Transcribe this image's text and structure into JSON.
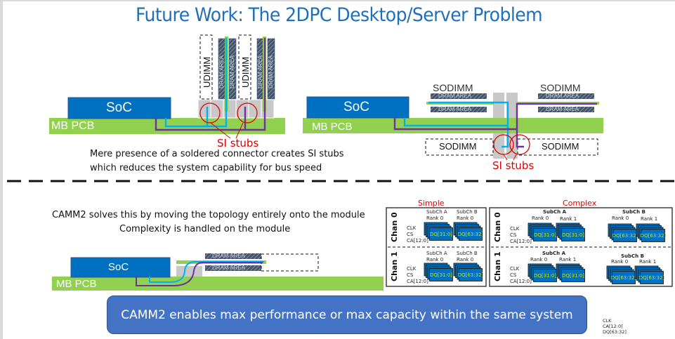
{
  "slide": {
    "title": "Future Work: The 2DPC Desktop/Server Problem",
    "top_left_diagram": {
      "soc_label": "SoC",
      "pcb_label": "MB PCB",
      "udimm_labels": [
        "UDIMM",
        "UDIMM"
      ],
      "dram_area_label": "DRAM AREA",
      "stubs_label": "SI stubs"
    },
    "top_right_diagram": {
      "soc_label": "SoC",
      "pcb_label": "MB PCB",
      "sodimm_labels": [
        "SODIMM",
        "SODIMM",
        "SODIMM",
        "SODIMM"
      ],
      "dram_area_label": "DRAM AREA",
      "stubs_label": "SI stubs"
    },
    "stub_explanation": [
      "Mere presence of a soldered connector creates SI stubs",
      "which reduces the system capability for bus speed"
    ],
    "camm2_text": [
      "CAMM2 solves this by moving the topology entirely onto the module",
      "Complexity is handled on the module"
    ],
    "bottom_diagram": {
      "soc_label": "SoC",
      "pcb_label": "MB PCB",
      "dram_area_label": "DRAM AREA"
    },
    "simple_panel": {
      "title": "Simple",
      "channels": [
        {
          "label": "Chan 0",
          "signals": [
            "CLK",
            "CS",
            "CA[12:0]"
          ],
          "subchannels": [
            {
              "label": "SubCh A",
              "ranks": [
                {
                  "label": "Rank 0",
                  "dq": "DQ[31:0]"
                }
              ]
            },
            {
              "label": "SubCh B",
              "ranks": [
                {
                  "label": "Rank 0",
                  "dq": "DQ[63:32]"
                }
              ]
            }
          ]
        },
        {
          "label": "Chan 1",
          "signals": [
            "CLK",
            "CS",
            "CA[12:0]"
          ],
          "subchannels": [
            {
              "label": "SubCh A",
              "ranks": [
                {
                  "label": "Rank 0",
                  "dq": "DQ[31:0]"
                }
              ]
            },
            {
              "label": "SubCh B",
              "ranks": [
                {
                  "label": "Rank 0",
                  "dq": "DQ[63:32]"
                }
              ]
            }
          ]
        }
      ]
    },
    "complex_panel": {
      "title": "Complex",
      "channels": [
        {
          "label": "Chan 0",
          "signals": [
            "CLK",
            "CS",
            "CA[12:0]"
          ],
          "subchannels": [
            {
              "label": "SubCh A",
              "ranks": [
                {
                  "label": "Rank 0",
                  "dq": "DQ[31:0]"
                },
                {
                  "label": "Rank 1",
                  "dq": "DQ[31:0]"
                }
              ]
            },
            {
              "label": "SubCh B",
              "ranks": [
                {
                  "label": "Rank 0",
                  "dq": "DQ[63:32]"
                },
                {
                  "label": "Rank 1",
                  "dq": "DQ[63:32]"
                }
              ]
            }
          ]
        },
        {
          "label": "Chan 1",
          "signals": [
            "CLK",
            "CS",
            "CA[12:0]"
          ],
          "subchannels": [
            {
              "label": "SubCh A",
              "ranks": [
                {
                  "label": "Rank 0",
                  "dq": "DQ[31:0]"
                },
                {
                  "label": "Rank 1",
                  "dq": "DQ[31:0]"
                }
              ]
            },
            {
              "label": "SubCh B",
              "ranks": [
                {
                  "label": "Rank 0",
                  "dq": "DQ[63:32]"
                },
                {
                  "label": "Rank 1",
                  "dq": "DQ[63:32]"
                }
              ]
            }
          ]
        }
      ]
    },
    "banner_text": "CAMM2 enables max performance or max capacity within the same system",
    "legend_signals": [
      "CLK",
      "CA[12:0]",
      "DQ[63:32]"
    ],
    "colors": {
      "title": "#1f6fba",
      "soc": "#0070c0",
      "pcb": "#92d050",
      "trace_a": "#00b0f0",
      "trace_b": "#7030a0",
      "stub_circle": "#e00000",
      "connector": "#c8c8c8",
      "dram": "#44546a",
      "banner": "#4472c4",
      "dq_text": "#c8e600"
    }
  }
}
